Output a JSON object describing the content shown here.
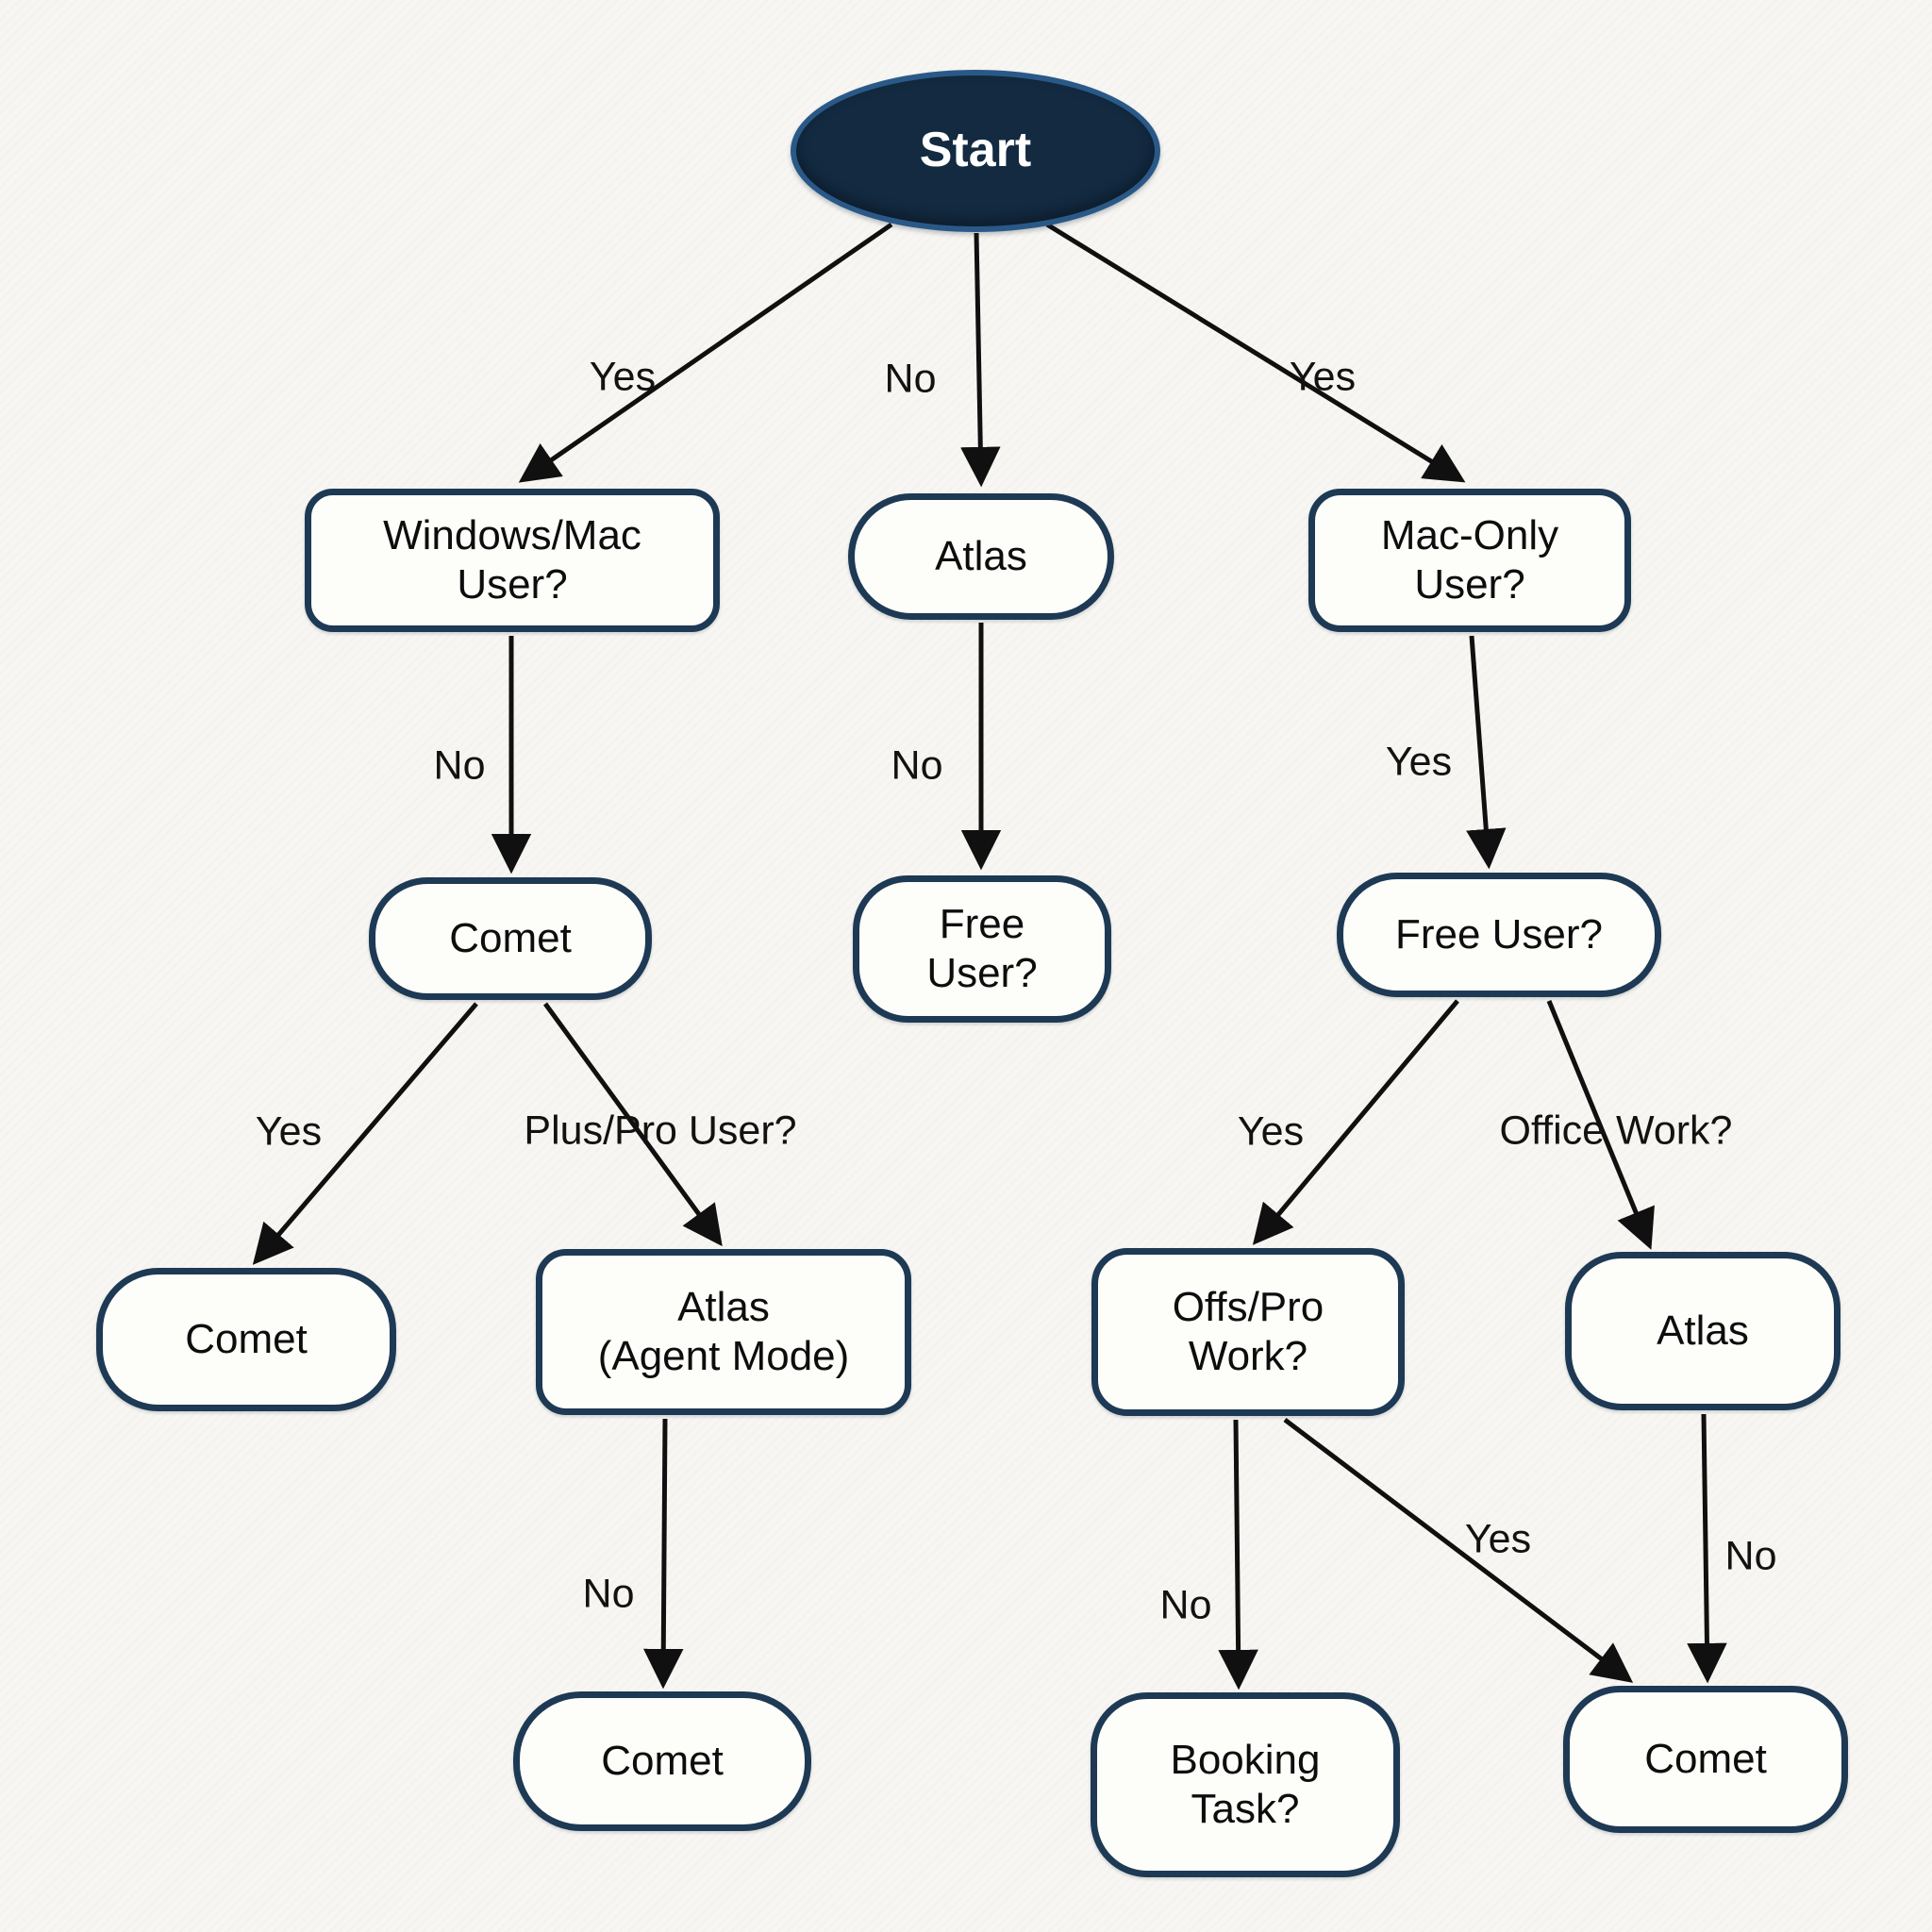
{
  "diagram": {
    "type": "flowchart",
    "colors": {
      "background": "#f7f6f2",
      "node_border": "#1d3954",
      "node_fill": "#fdfdfa",
      "node_text": "#0d0d0d",
      "start_fill": "#132a41",
      "start_border": "#2a5988",
      "start_text": "#ffffff",
      "arrow": "#101010",
      "label_text": "#121212"
    },
    "nodes": [
      {
        "id": "start",
        "label": "Start",
        "shape": "ellipse"
      },
      {
        "id": "windows-mac-user",
        "label": "Windows/Mac\nUser?",
        "shape": "rounded-rect"
      },
      {
        "id": "atlas-top",
        "label": "Atlas",
        "shape": "pill"
      },
      {
        "id": "mac-only-user",
        "label": "Mac-Only\nUser?",
        "shape": "rounded-rect"
      },
      {
        "id": "comet-mid-left",
        "label": "Comet",
        "shape": "pill"
      },
      {
        "id": "free-user-center",
        "label": "Free\nUser?",
        "shape": "pill"
      },
      {
        "id": "free-user-right",
        "label": "Free User?",
        "shape": "pill"
      },
      {
        "id": "comet-row4-left",
        "label": "Comet",
        "shape": "pill"
      },
      {
        "id": "atlas-agent-mode",
        "label": "Atlas\n(Agent Mode)",
        "shape": "rounded-rect"
      },
      {
        "id": "offs-pro-work",
        "label": "Offs/Pro\nWork?",
        "shape": "rounded-rect"
      },
      {
        "id": "atlas-row4-right",
        "label": "Atlas",
        "shape": "pill"
      },
      {
        "id": "comet-bottom-left",
        "label": "Comet",
        "shape": "pill"
      },
      {
        "id": "booking-task",
        "label": "Booking\nTask?",
        "shape": "pill"
      },
      {
        "id": "comet-bottom-right",
        "label": "Comet",
        "shape": "pill"
      }
    ],
    "edges": [
      {
        "from": "start",
        "to": "windows-mac-user",
        "label": "Yes"
      },
      {
        "from": "start",
        "to": "atlas-top",
        "label": "No"
      },
      {
        "from": "start",
        "to": "mac-only-user",
        "label": "Yes"
      },
      {
        "from": "windows-mac-user",
        "to": "comet-mid-left",
        "label": "No"
      },
      {
        "from": "atlas-top",
        "to": "free-user-center",
        "label": "No"
      },
      {
        "from": "mac-only-user",
        "to": "free-user-right",
        "label": "Yes"
      },
      {
        "from": "comet-mid-left",
        "to": "comet-row4-left",
        "label": "Yes"
      },
      {
        "from": "comet-mid-left",
        "to": "atlas-agent-mode",
        "label": "Plus/Pro User?"
      },
      {
        "from": "free-user-right",
        "to": "offs-pro-work",
        "label": "Yes"
      },
      {
        "from": "free-user-right",
        "to": "atlas-row4-right",
        "label": "Office Work?"
      },
      {
        "from": "atlas-agent-mode",
        "to": "comet-bottom-left",
        "label": "No"
      },
      {
        "from": "offs-pro-work",
        "to": "booking-task",
        "label": "No"
      },
      {
        "from": "offs-pro-work",
        "to": "comet-bottom-right",
        "label": "Yes"
      },
      {
        "from": "atlas-row4-right",
        "to": "comet-bottom-right",
        "label": "No"
      }
    ]
  }
}
